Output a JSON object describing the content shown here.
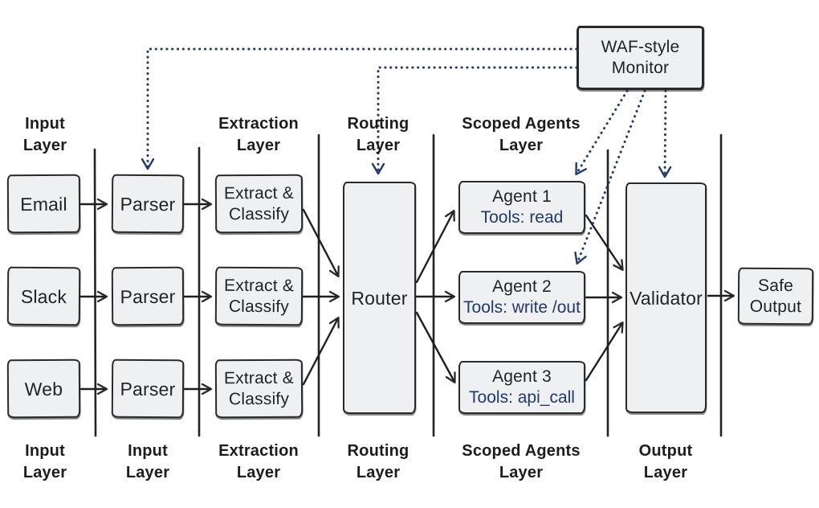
{
  "diagram_title": "Layered agent pipeline with WAF-style monitor",
  "colors": {
    "background": "#ffffff",
    "ink": "#29292b",
    "accent_navy": "#1f3a6b",
    "node_fill": "#eef0f2"
  },
  "layer_labels": {
    "top": [
      "Input\nLayer",
      "Extraction\nLayer",
      "Routing\nLayer",
      "Scoped Agents\nLayer"
    ],
    "bottom": [
      "Input\nLayer",
      "Input\nLayer",
      "Extraction\nLayer",
      "Routing\nLayer",
      "Scoped Agents\nLayer",
      "Output\nLayer"
    ]
  },
  "nodes": {
    "monitor": {
      "label": "WAF-style\nMonitor"
    },
    "email": {
      "label": "Email"
    },
    "slack": {
      "label": "Slack"
    },
    "web": {
      "label": "Web"
    },
    "parser1": {
      "label": "Parser"
    },
    "parser2": {
      "label": "Parser"
    },
    "parser3": {
      "label": "Parser"
    },
    "extract1": {
      "label": "Extract &\nClassify"
    },
    "extract2": {
      "label": "Extract &\nClassify"
    },
    "extract3": {
      "label": "Extract &\nClassify"
    },
    "router": {
      "label": "Router"
    },
    "agent1": {
      "title": "Agent 1",
      "tools": "Tools: read"
    },
    "agent2": {
      "title": "Agent 2",
      "tools": "Tools: write /out"
    },
    "agent3": {
      "title": "Agent 3",
      "tools": "Tools: api_call"
    },
    "validator": {
      "label": "Validator"
    },
    "safe_output": {
      "label": "Safe\nOutput"
    }
  },
  "connections": {
    "solid": [
      {
        "from": "email",
        "to": "parser1"
      },
      {
        "from": "slack",
        "to": "parser2"
      },
      {
        "from": "web",
        "to": "parser3"
      },
      {
        "from": "parser1",
        "to": "extract1"
      },
      {
        "from": "parser2",
        "to": "extract2"
      },
      {
        "from": "parser3",
        "to": "extract3"
      },
      {
        "from": "extract1",
        "to": "router"
      },
      {
        "from": "extract2",
        "to": "router"
      },
      {
        "from": "extract3",
        "to": "router"
      },
      {
        "from": "router",
        "to": "agent1"
      },
      {
        "from": "router",
        "to": "agent2"
      },
      {
        "from": "router",
        "to": "agent3"
      },
      {
        "from": "agent1",
        "to": "validator"
      },
      {
        "from": "agent2",
        "to": "validator"
      },
      {
        "from": "agent3",
        "to": "validator"
      },
      {
        "from": "validator",
        "to": "safe_output"
      }
    ],
    "dotted_monitor_taps": [
      {
        "from": "monitor",
        "to": "parser1"
      },
      {
        "from": "monitor",
        "to": "router"
      },
      {
        "from": "monitor",
        "to": "agent1"
      },
      {
        "from": "monitor",
        "to": "agent2"
      },
      {
        "from": "monitor",
        "to": "validator"
      }
    ]
  }
}
